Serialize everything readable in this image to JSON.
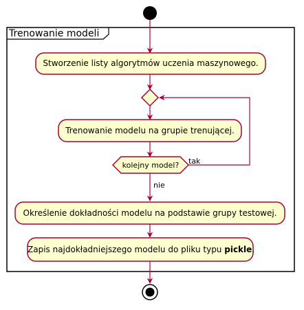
{
  "diagram": {
    "partition": {
      "title": "Trenowanie modeli"
    },
    "activities": {
      "create_list": "Stworzenie listy algorytmów uczenia maszynowego.",
      "train_model": "Trenowanie modelu na grupie trenującej.",
      "evaluate": "Określenie dokładności modelu na podstawie grupy testowej.",
      "save_prefix": "Zapis najdokładniejszego modelu do pliku typu ",
      "save_bold": "pickle",
      "save_suffix": "."
    },
    "decision": {
      "question": "kolejny model?",
      "yes_label": "tak",
      "no_label": "nie"
    },
    "colors": {
      "activity_fill": "#FEFECE",
      "border": "#A80036",
      "start_fill": "#000000",
      "background": "#FFFFFF"
    }
  }
}
